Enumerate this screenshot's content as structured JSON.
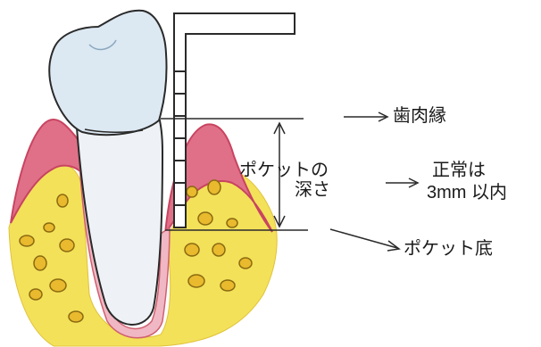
{
  "labels": {
    "gingival_margin": "歯肉縁",
    "pocket_depth_line1": "ポケットの",
    "pocket_depth_line2": "深さ",
    "normal_line1": "正常は",
    "normal_line2": "3mm 以内",
    "pocket_bottom": "ポケット底"
  },
  "colors": {
    "gum": "#d8506a",
    "gum_light": "#f0b8c4",
    "bone": "#f3e15a",
    "bone_spot": "#e9b92e",
    "tooth": "#dce8f2",
    "ink": "#2a2a2a"
  }
}
